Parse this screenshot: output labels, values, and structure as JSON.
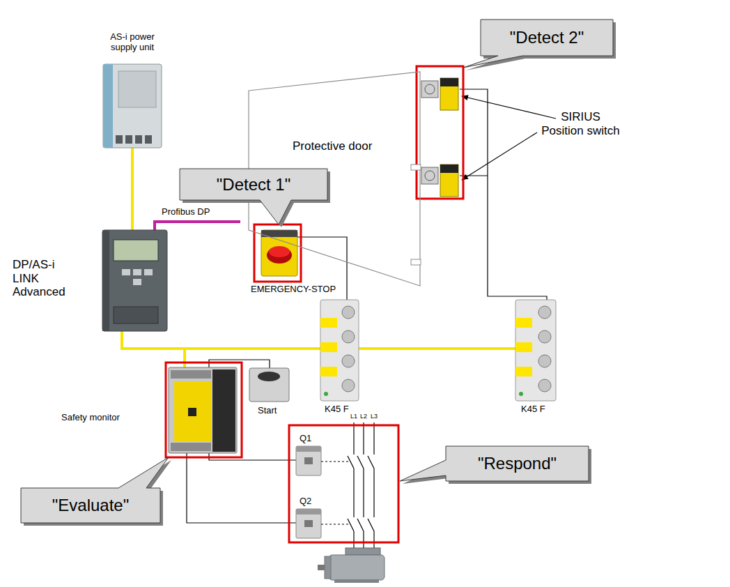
{
  "diagram": {
    "nodes": [
      {
        "text": [
          "\"Detect 2\""
        ]
      },
      {
        "text": [
          "Protective door"
        ]
      },
      {
        "text": [
          "\"Detect 1\""
        ]
      },
      {
        "text": [
          "\"Respond\""
        ]
      },
      {
        "text": [
          "\"Evaluate\""
        ]
      }
    ],
    "labels": [
      "AS-i power supply unit",
      "SIRIUS Position switch",
      "Profibus DP",
      "DP/AS-i LINK Advanced",
      "EMERGENCY-STOP",
      "K45 F",
      "K45 F",
      "Safety monitor",
      "Start",
      "L1",
      "L2",
      "L3",
      "Q1",
      "Q2"
    ]
  }
}
